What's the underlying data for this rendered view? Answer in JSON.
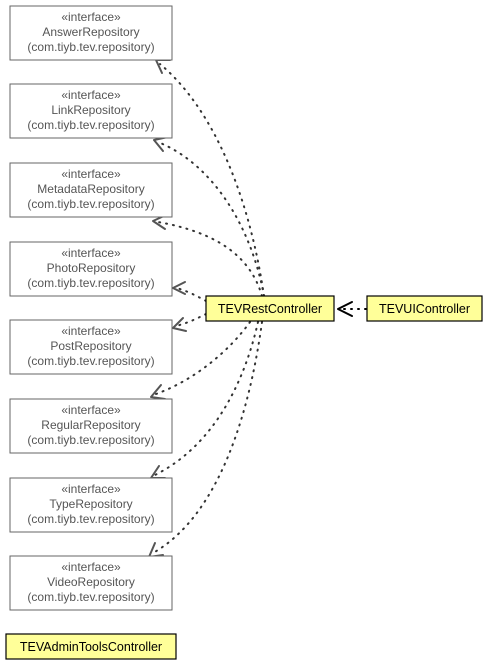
{
  "interfaces": [
    {
      "stereotype": "«interface»",
      "name": "AnswerRepository",
      "package": "(com.tiyb.tev.repository)"
    },
    {
      "stereotype": "«interface»",
      "name": "LinkRepository",
      "package": "(com.tiyb.tev.repository)"
    },
    {
      "stereotype": "«interface»",
      "name": "MetadataRepository",
      "package": "(com.tiyb.tev.repository)"
    },
    {
      "stereotype": "«interface»",
      "name": "PhotoRepository",
      "package": "(com.tiyb.tev.repository)"
    },
    {
      "stereotype": "«interface»",
      "name": "PostRepository",
      "package": "(com.tiyb.tev.repository)"
    },
    {
      "stereotype": "«interface»",
      "name": "RegularRepository",
      "package": "(com.tiyb.tev.repository)"
    },
    {
      "stereotype": "«interface»",
      "name": "TypeRepository",
      "package": "(com.tiyb.tev.repository)"
    },
    {
      "stereotype": "«interface»",
      "name": "VideoRepository",
      "package": "(com.tiyb.tev.repository)"
    }
  ],
  "classes": {
    "rest_controller": "TEVRestController",
    "ui_controller": "TEVUIController",
    "admin_tools_controller": "TEVAdminToolsController"
  },
  "colors": {
    "class_fill": "#ffff99",
    "interface_fill": "#ffffff",
    "interface_border": "#666666",
    "interface_text": "#555555"
  }
}
